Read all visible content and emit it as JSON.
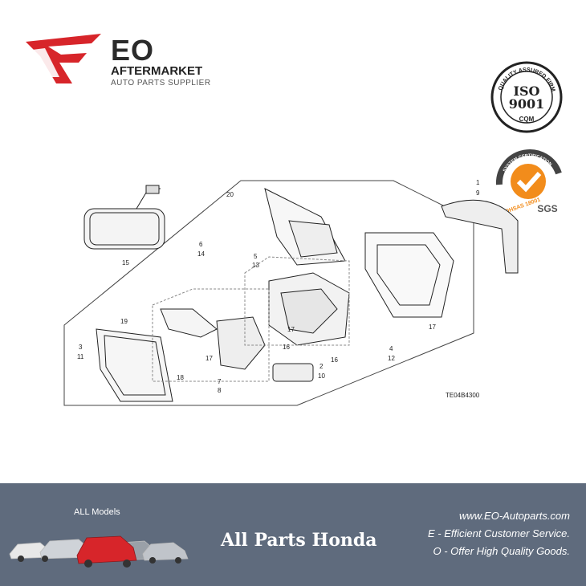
{
  "brand": {
    "name": "EO",
    "subtitle": "AFTERMARKET",
    "tagline": "AUTO PARTS SUPPLIER",
    "accent_color": "#d7252a"
  },
  "seals": {
    "iso": {
      "top": "QUALITY ASSURED FIRM",
      "main1": "ISO",
      "main2": "9001",
      "bottom": "CQM"
    },
    "sgs": {
      "top": "SYSTEM CERTIFICATION",
      "side": "OHSAS 18001",
      "bottom": "SGS",
      "accent_color": "#f28c1b"
    }
  },
  "diagram": {
    "code": "TE04B4300",
    "callouts": [
      "20",
      "1",
      "9",
      "6",
      "14",
      "15",
      "5",
      "13",
      "19",
      "3",
      "11",
      "17",
      "16",
      "17",
      "18",
      "7",
      "8",
      "2",
      "10",
      "16",
      "4",
      "12",
      "17"
    ]
  },
  "footer": {
    "models_label": "ALL Models",
    "title": "All Parts Honda",
    "website": "www.EO-Autoparts.com",
    "line1": "E - Efficient Customer Service.",
    "line2": "O - Offer High Quality Goods.",
    "bg_color": "#5f6b7d"
  }
}
